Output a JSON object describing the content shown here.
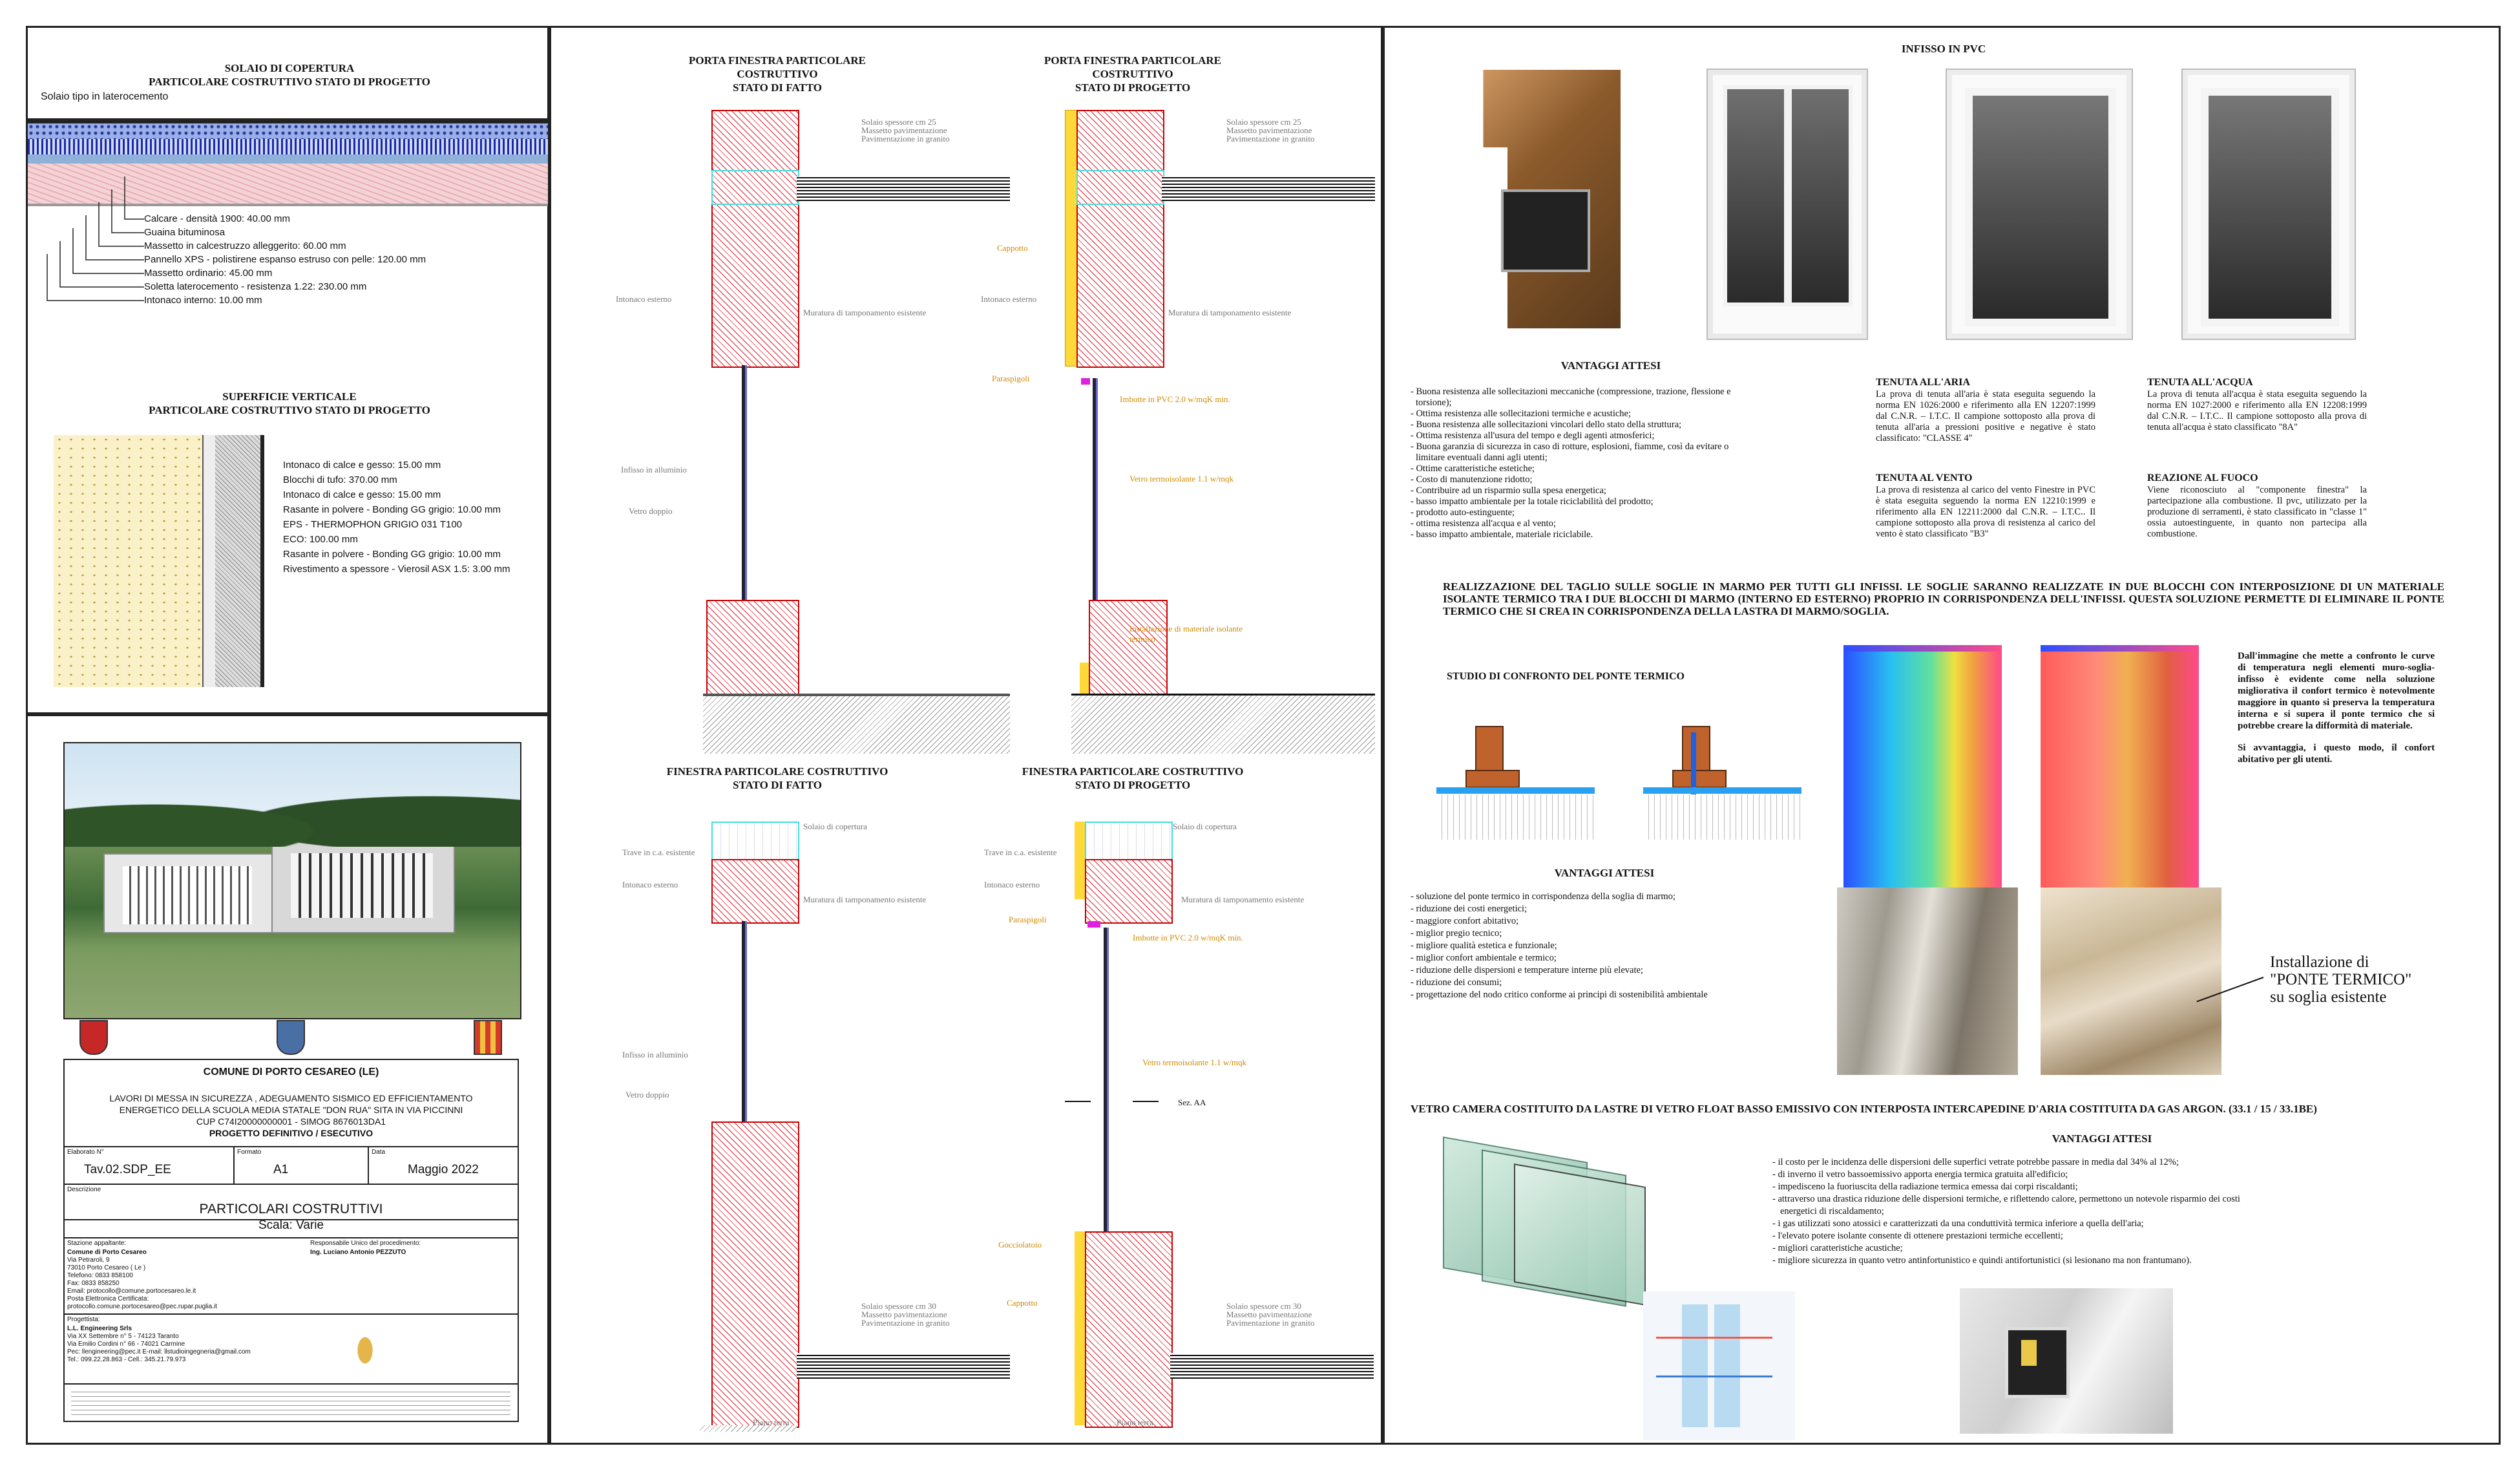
{
  "left": {
    "solaio": {
      "title_1": "SOLAIO DI COPERTURA",
      "title_2": "PARTICOLARE COSTRUTTIVO STATO DI PROGETTO",
      "subtitle": "Solaio tipo in laterocemento",
      "layers": [
        "Calcare - densità 1900: 40.00 mm",
        "Guaina bituminosa",
        "Massetto in calcestruzzo alleggerito: 60.00 mm",
        "Pannello XPS - polistirene espanso estruso con pelle: 120.00 mm",
        "Massetto ordinario: 45.00 mm",
        "Soletta laterocemento - resistenza 1.22: 230.00 mm",
        "Intonaco interno: 10.00 mm"
      ]
    },
    "sup": {
      "title_1": "SUPERFICIE VERTICALE",
      "title_2": "PARTICOLARE COSTRUTTIVO STATO DI PROGETTO",
      "layers": [
        "Intonaco di calce e gesso: 15.00 mm",
        "Blocchi di tufo: 370.00 mm",
        "Intonaco di calce e gesso: 15.00 mm",
        "Rasante in polvere - Bonding GG grigio: 10.00 mm",
        "EPS - THERMOPHON GRIGIO 031 T100",
        "ECO: 100.00 mm",
        "Rasante in polvere - Bonding GG grigio: 10.00 mm",
        "Rivestimento a spessore - Vierosil ASX 1.5: 3.00 mm"
      ]
    },
    "tb": {
      "comune": "COMUNE DI PORTO CESAREO (LE)",
      "desc_1": "LAVORI DI MESSA IN SICUREZZA , ADEGUAMENTO SISMICO ED EFFICIENTAMENTO",
      "desc_2": "ENERGETICO DELLA SCUOLA MEDIA STATALE \"DON RUA\" SITA IN VIA PICCINNI",
      "desc_3": "CUP C74I20000000001 - SIMOG 8676013DA1",
      "desc_4": "PROGETTO DEFINITIVO / ESECUTIVO",
      "h_elab": "Elaborato N°",
      "h_form": "Formato",
      "h_data": "Data",
      "elab": "Tav.02.SDP_EE",
      "form": "A1",
      "data": "Maggio 2022",
      "h_descr": "Descrizione",
      "descr_1": "PARTICOLARI COSTRUTTIVI",
      "descr_2": "Scala: Varie",
      "sa_title": "Stazione appaltante:",
      "sa_lines": [
        "Comune di Porto Cesareo",
        "Via Petraroli, 9",
        "73010 Porto Cesareo ( Le )",
        "Telefono: 0833 858100",
        "Fax: 0833 858250",
        "Email: protocollo@comune.portocesareo.le.it",
        "Posta Elettronica Certificata:",
        "protocollo.comune.portocesareo@pec.rupar.puglia.it"
      ],
      "rup_title": "Responsabile Unico del procedimento:",
      "rup_name": "Ing. Luciano Antonio PEZZUTO",
      "prog_title": "Progettista:",
      "prog_lines": [
        "L.L. Engineering Srls",
        "Via XX Settembre n° 5 - 74123 Taranto",
        "Via Emilio Cordini n° 66 - 74021 Carmine",
        "Pec: llengineering@pec.it   E-mail: llstudioingegneria@gmail.com",
        "Tel.: 099.22.28.863 - Cell.: 345.21.79.973"
      ]
    }
  },
  "mid": {
    "d1_t1": "PORTA FINESTRA PARTICOLARE COSTRUTTIVO",
    "d1_t2": "STATO DI FATTO",
    "d2_t1": "PORTA FINESTRA PARTICOLARE COSTRUTTIVO",
    "d2_t2": "STATO DI PROGETTO",
    "d3_t1": "FINESTRA PARTICOLARE COSTRUTTIVO",
    "d3_t2": "STATO DI FATTO",
    "d4_t1": "FINESTRA PARTICOLARE COSTRUTTIVO",
    "d4_t2": "STATO DI PROGETTO",
    "solaio_sp25": "Solaio spessore cm 25",
    "massetto": "Massetto pavimentazione",
    "pav_granito": "Pavimentazione in granito",
    "intonaco_est": "Intonaco esterno",
    "muratura": "Muratura di tamponamento esistente",
    "infisso_all": "Infisso in alluminio",
    "vetro_doppio": "Vetro doppio",
    "cappotto": "Cappotto",
    "paraspigoli": "Paraspigoli",
    "imbotte": "Imbotte in PVC 2.0 w/mqK min.",
    "vetro_term": "Vetro termoisolante 1.1 w/mqk",
    "installazione": "Installazione di materiale isolante",
    "termico": "termico",
    "solaio_cop": "Solaio di copertura",
    "trave": "Trave in c.a. esistente",
    "sez": "Sez. AA",
    "gocciolatoio": "Gocciolatoio",
    "solaio_sp30": "Solaio spessore cm 30",
    "piano_terra": "Piano terra"
  },
  "right": {
    "infisso_title": "INFISSO IN PVC",
    "vantaggi_title": "VANTAGGI ATTESI",
    "vantaggi": [
      "- Buona resistenza alle sollecitazioni meccaniche (compressione, trazione, flessione e",
      "  torsione);",
      "- Ottima resistenza alle sollecitazioni termiche e acustiche;",
      "- Buona resistenza alle sollecitazioni vincolari dello stato della struttura;",
      "- Ottima resistenza all'usura del tempo e degli agenti atmosferici;",
      "- Buona garanzia di sicurezza in caso di rotture, esplosioni, fiamme, così da evitare o",
      "  limitare eventuali danni agli utenti;",
      "- Ottime caratteristiche estetiche;",
      "- Costo di manutenzione ridotto;",
      "- Contribuire ad un risparmio sulla spesa energetica;",
      "- basso impatto ambientale per la totale riciclabilità del prodotto;",
      "- prodotto auto-estinguente;",
      "- ottima resistenza all'acqua e al vento;",
      "- basso impatto ambientale, materiale riciclabile."
    ],
    "aria_title": "TENUTA ALL'ARIA",
    "aria_text": "La prova di tenuta all'aria è stata eseguita seguendo la norma EN 1026:2000 e riferimento alla EN 12207:1999 dal C.N.R. – I.T.C. Il campione sottoposto alla prova di tenuta all'aria a pressioni positive e negative è stato classificato: \"CLASSE 4\"",
    "vento_title": "TENUTA AL VENTO",
    "vento_text": "La prova di resistenza al carico del vento Finestre in PVC è stata eseguita seguendo la norma EN 12210:1999 e riferimento alla EN 12211:2000 dal C.N.R. – I.T.C.. Il campione sottoposto alla prova di resistenza al carico del vento è stato classificato \"B3\"",
    "acqua_title": "TENUTA ALL'ACQUA",
    "acqua_text": "La prova di tenuta all'acqua è stata eseguita seguendo la norma EN 1027:2000 e riferimento alla EN 12208:1999 dal C.N.R. – I.T.C.. Il campione sottoposto alla prova di tenuta all'acqua è stato classificato \"8A\"",
    "fuoco_title": "REAZIONE AL FUOCO",
    "fuoco_text": "Viene riconosciuto al \"componente finestra\" la partecipazione alla combustione. Il pvc, utilizzato per la produzione di serramenti, è stato classificato in \"classe 1\" ossia autoestinguente, in quanto non partecipa alla combustione.",
    "taglio_text": "REALIZZAZIONE DEL TAGLIO SULLE SOGLIE IN MARMO PER TUTTI GLI INFISSI. LE SOGLIE SARANNO REALIZZATE  IN DUE BLOCCHI CON INTERPOSIZIONE DI UN MATERIALE ISOLANTE TERMICO TRA I DUE BLOCCHI DI MARMO (INTERNO ED ESTERNO) PROPRIO IN CORRISPONDENZA DELL'INFISSI. QUESTA SOLUZIONE PERMETTE DI ELIMINARE IL  PONTE TERMICO CHE SI CREA IN CORRISPONDENZA DELLA LASTRA DI MARMO/SOGLIA.",
    "studio_title": "STUDIO DI CONFRONTO DEL PONTE TERMICO",
    "studio_text_1": "Dall'immagine che mette a confronto le curve di temperatura negli elementi muro-soglia-infisso è evidente come nella soluzione migliorativa il confort termico è notevolmente maggiore in quanto si preserva la temperatura interna e si supera il ponte termico che si potrebbe creare la difformità di materiale.",
    "studio_text_2": "Si avvantaggia, i questo modo, il confort abitativo per gli utenti.",
    "vantaggi2": [
      "- soluzione del ponte termico in corrispondenza della soglia di marmo;",
      "- riduzione dei costi energetici;",
      "- maggiore confort abitativo;",
      "- miglior pregio tecnico;",
      "- migliore qualità estetica e funzionale;",
      "- miglior confort ambientale e termico;",
      "- riduzione delle dispersioni e temperature interne più elevate;",
      "- riduzione dei consumi;",
      "- progettazione del nodo critico conforme ai principi di sostenibilità ambientale"
    ],
    "install_1": "Installazione di",
    "install_2": "\"PONTE TERMICO\"",
    "install_3": "su soglia esistente",
    "vetro_text": "VETRO CAMERA COSTITUITO DA LASTRE DI VETRO FLOAT BASSO EMISSIVO CON INTERPOSTA INTERCAPEDINE D'ARIA COSTITUITA DA GAS ARGON. (33.1 / 15 / 33.1BE)",
    "vantaggi3": [
      "- il costo per le incidenza delle dispersioni delle superfici vetrate potrebbe passare in media dal 34% al 12%;",
      "- di inverno il vetro bassoemissivo apporta energia termica gratuita all'edificio;",
      "- impedisceno la fuoriuscita della radiazione termica emessa dai corpi riscaldanti;",
      "- attraverso una drastica riduzione delle dispersioni termiche, e riflettendo calore, permettono un notevole risparmio dei costi",
      "   energetici di riscaldamento;",
      "- i gas utilizzati sono atossici e caratterizzati da una conduttività termica inferiore a quella dell'aria;",
      "- l'elevato potere isolante consente di ottenere prestazioni termiche eccellenti;",
      "- migliori caratteristiche acustiche;",
      "- migliore sicurezza in quanto vetro antinfortunistico e quindi antifortunistici (si lesionano ma non frantumano)."
    ]
  }
}
